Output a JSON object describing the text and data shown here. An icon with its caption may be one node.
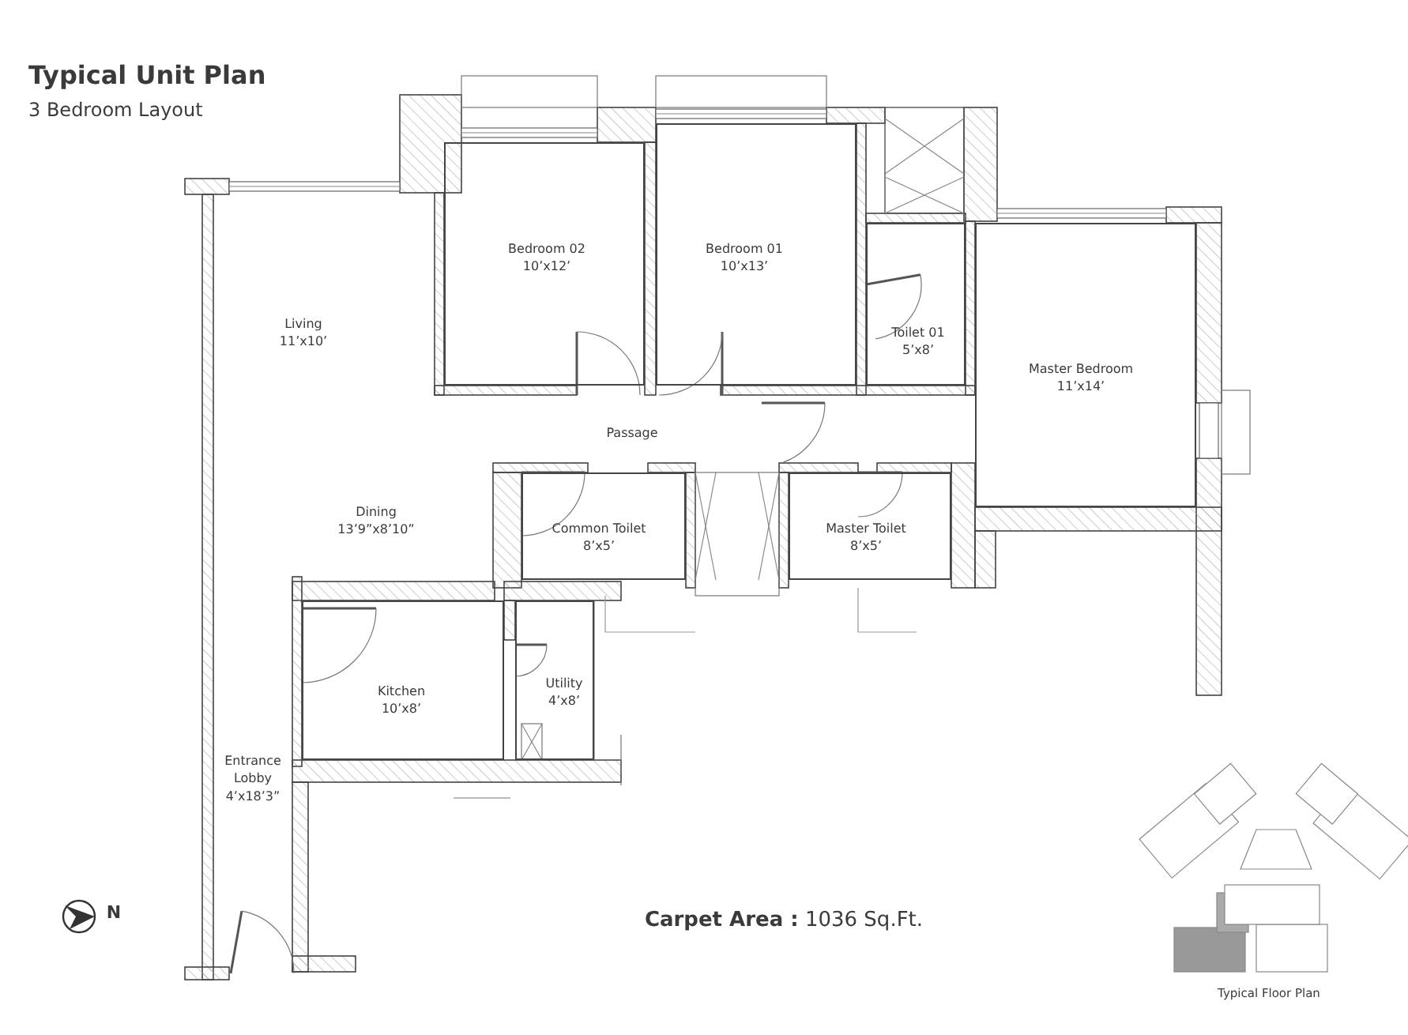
{
  "diagram": {
    "title": "Typical Unit Plan",
    "nodes": [
      {
        "text": [
          "Bedroom 02",
          "10’x12’"
        ]
      },
      {
        "text": [
          "Bedroom 01",
          "10’x13’"
        ]
      },
      {
        "text": [
          "Toilet 01",
          "5’x8’"
        ]
      },
      {
        "text": [
          "Master Bedroom",
          "11’x14’"
        ]
      },
      {
        "text": [
          "Common Toilet",
          "8’x5’"
        ]
      },
      {
        "text": [
          "Master Toilet",
          "8’x5’"
        ]
      },
      {
        "text": [
          "Kitchen",
          "10’x8’"
        ]
      },
      {
        "text": [
          "Utility",
          "4’x8’"
        ]
      }
    ],
    "labels": [
      "3 Bedroom Layout",
      "Living",
      "11’x10’",
      "Passage",
      "Dining",
      "13’9”x8’10”",
      "Entrance Lobby",
      "4’x18’3”",
      "N",
      "**Carpet Area :** 1036 Sq.Ft.",
      "Typical Floor Plan"
    ]
  }
}
